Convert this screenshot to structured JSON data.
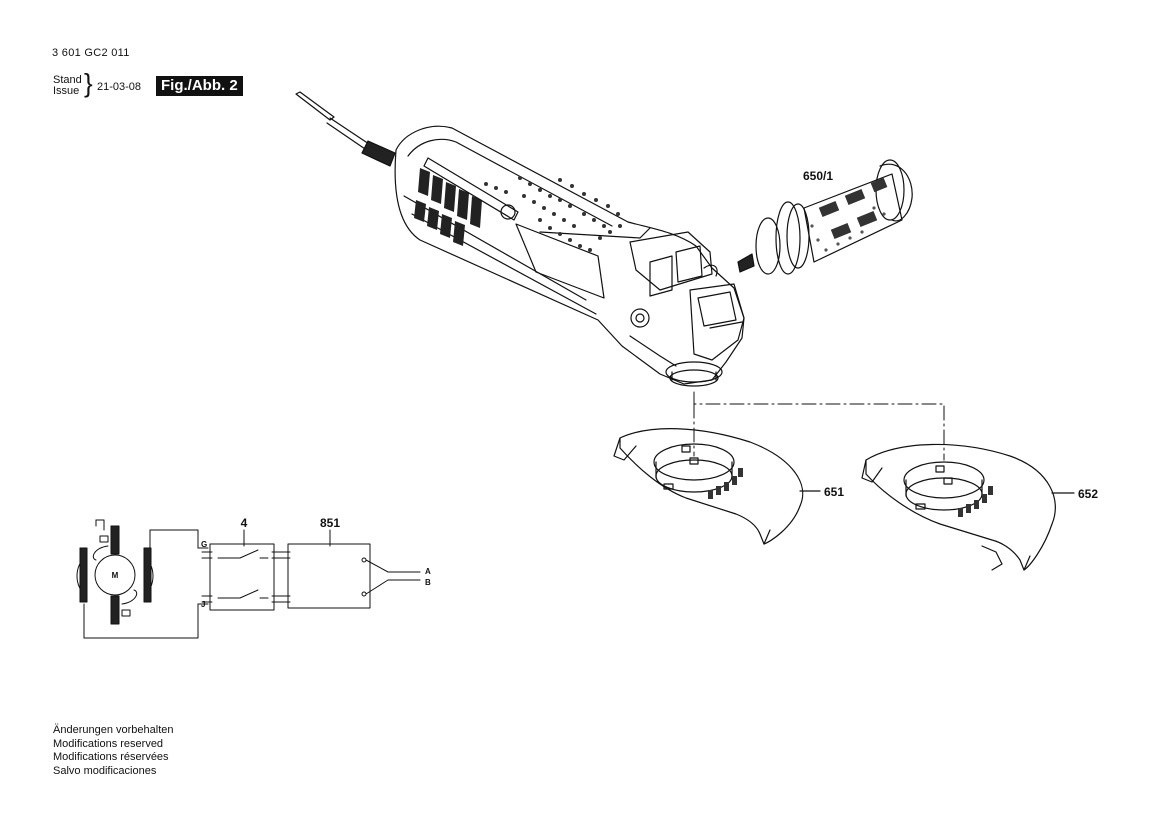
{
  "header": {
    "doc_number": "3 601 GC2 011",
    "stand_label": "Stand",
    "issue_label": "Issue",
    "date": "21-03-08",
    "figure": "Fig./Abb. 2"
  },
  "callouts": {
    "handle": "650/1",
    "guard_a": "651",
    "guard_b": "652",
    "switch": "4",
    "module": "851"
  },
  "circuit": {
    "motor": "M",
    "terminal_g": "G",
    "terminal_j": "J",
    "terminal_a": "A",
    "terminal_b": "B"
  },
  "notes": [
    "Änderungen vorbehalten",
    "Modifications reserved",
    "Modifications réservées",
    "Salvo modificaciones"
  ]
}
